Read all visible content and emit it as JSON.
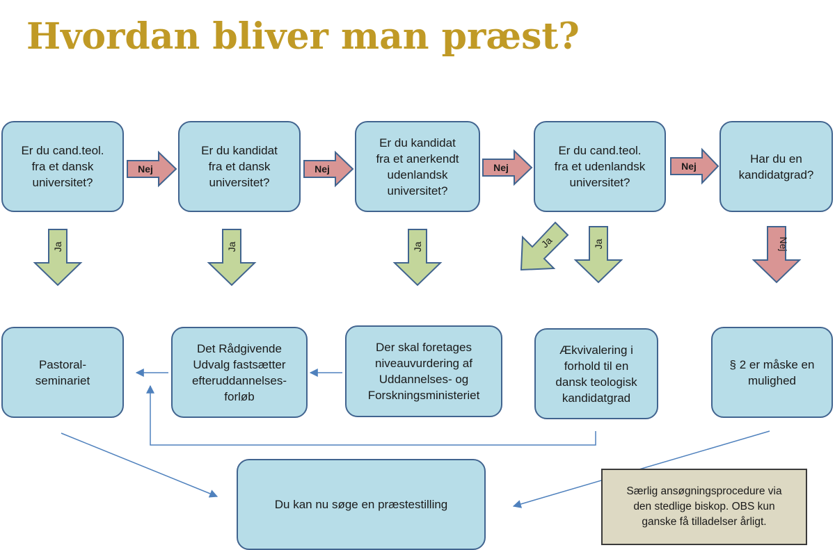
{
  "title": "Hvordan bliver man præst?",
  "colors": {
    "title": "#C09A26",
    "box_fill": "#B7DDE8",
    "box_border": "#41648F",
    "arrow_yes": "#C3D69B",
    "arrow_no": "#D99594",
    "special_fill": "#DDD9C3"
  },
  "questions": [
    {
      "text": "Er du cand.teol.\nfra et dansk\nuniversitet?"
    },
    {
      "text": "Er du kandidat\nfra et dansk\nuniversitet?"
    },
    {
      "text": "Er du kandidat\nfra et anerkendt\nudenlandsk\nuniversitet?"
    },
    {
      "text": "Er du cand.teol.\nfra et udenlandsk\nuniversitet?"
    },
    {
      "text": "Har du en\nkandidatgrad?"
    }
  ],
  "outcomes": [
    {
      "text": "Pastoral-\nseminariet"
    },
    {
      "text": "Det Rådgivende\nUdvalg fastsætter\nefteruddannelses-\nforløb"
    },
    {
      "text": "Der skal foretages\nniveauvurdering af\nUddannelses- og\nForskningsministeriet"
    },
    {
      "text": "Ækvivalering i\nforhold til en\ndansk teologisk\nkandidatgrad"
    },
    {
      "text": "§ 2 er måske en\nmulighed"
    }
  ],
  "final": {
    "text": "Du kan nu søge en præstestilling"
  },
  "special": {
    "text": "Særlig ansøgningsprocedure via\nden stedlige biskop. OBS kun\nganske få tilladelser årligt."
  },
  "arrow_labels": {
    "no": [
      "Nej",
      "Nej",
      "Nej",
      "Nej"
    ],
    "yes": [
      "Ja",
      "Ja",
      "Ja",
      "Ja",
      "Ja"
    ],
    "no_down": "Nej"
  }
}
